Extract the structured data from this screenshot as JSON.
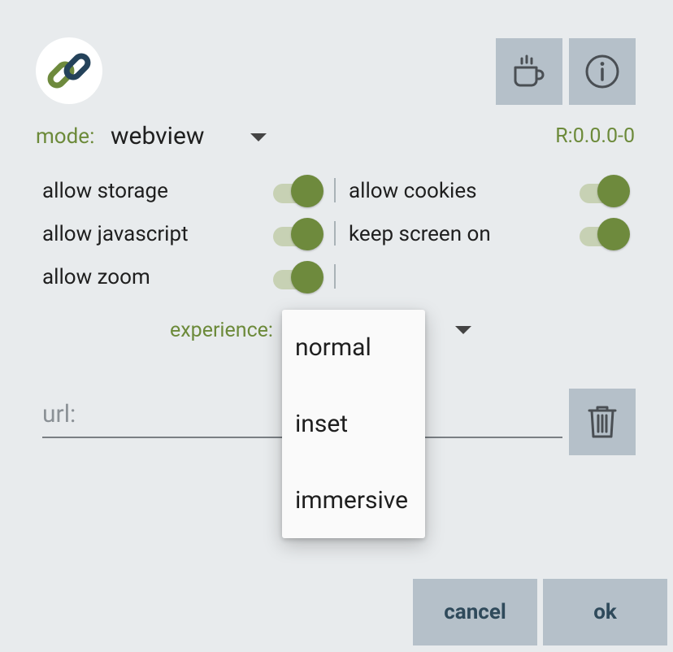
{
  "header": {
    "logo_icon": "link-chain-icon",
    "coffee_icon": "coffee-cup-icon",
    "info_icon": "info-icon"
  },
  "mode": {
    "label": "mode:",
    "value": "webview",
    "version": "R:0.0.0-0"
  },
  "options": {
    "allow_storage": {
      "label": "allow storage",
      "on": true
    },
    "allow_cookies": {
      "label": "allow cookies",
      "on": true
    },
    "allow_javascript": {
      "label": "allow javascript",
      "on": true
    },
    "keep_screen_on": {
      "label": "keep screen on",
      "on": true
    },
    "allow_zoom": {
      "label": "allow zoom",
      "on": true
    }
  },
  "experience": {
    "label": "experience:",
    "menu_items": [
      "normal",
      "inset",
      "immersive"
    ]
  },
  "url": {
    "placeholder": "url:",
    "clear_icon": "trash-icon"
  },
  "footer": {
    "cancel_label": "cancel",
    "ok_label": "ok"
  },
  "colors": {
    "accent_green": "#6c8a3a",
    "button_bg": "#b5c0c9",
    "button_text": "#2f4a5b",
    "background": "#e8ebed"
  }
}
